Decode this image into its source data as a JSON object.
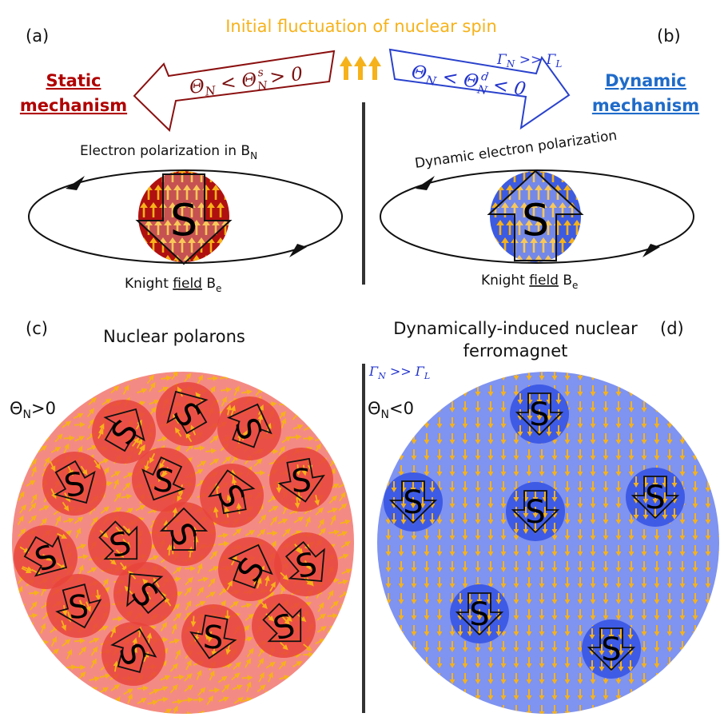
{
  "colors": {
    "arrow_yellow": "#F6B21A",
    "static_red": "#B00000",
    "static_disk": "#B01010",
    "dynamic_blue": "#1F6BC9",
    "formula_blue": "#2233CC",
    "dynamic_disk": "#3D5BE0",
    "polaron_bg": "#F48A84",
    "polaron_dot": "#E8443C",
    "ferro_bg": "#7F93F0",
    "ferro_dot": "#4A63E8",
    "divider": "#333333"
  },
  "top": {
    "title": "Initial fluctuation of nuclear spin",
    "label_a": "(a)",
    "label_b": "(b)",
    "static_line1": "Static",
    "static_line2": "mechanism",
    "dynamic_line1": "Dynamic",
    "dynamic_line2": "mechanism",
    "gamma_condition": "ΓN >> ΓL",
    "static_formula": "ΘN < Θ^s_N > 0",
    "dynamic_formula": "ΘN < Θ^d_N < 0",
    "electron_polarization": "Electron polarization in BN",
    "knight_field_left": "Knight field Be",
    "dynamic_electron_polarization": "Dynamic electron polarization",
    "knight_field_right": "Knight field Be",
    "spin_symbol": "S"
  },
  "bottom": {
    "label_c": "(c)",
    "label_d": "(d)",
    "polarons_title": "Nuclear polarons",
    "ferro_title_line1": "Dynamically-induced nuclear",
    "ferro_title_line2": "ferromagnet",
    "theta_positive": "ΘN>0",
    "theta_negative": "ΘN<0",
    "gamma_condition": "ΓN >> ΓL",
    "spin_symbol": "S"
  },
  "icons": [
    "up-arrow-icon",
    "down-arrow-icon",
    "big-arrow-icon",
    "orbit-arrowhead-icon"
  ]
}
